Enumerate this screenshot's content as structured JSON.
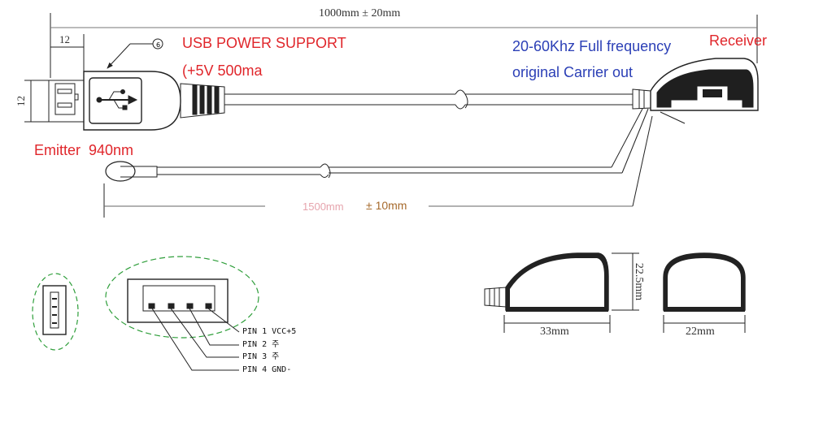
{
  "dimensions": {
    "overall_length": "1000mm",
    "overall_tolerance": "± 20mm",
    "plug_width": "12",
    "plug_height": "12",
    "emitter_cable_length": "1500mm",
    "emitter_cable_tolerance": "± 10mm",
    "receiver_length": "33mm",
    "receiver_width": "22mm",
    "receiver_height": "22.5mm"
  },
  "annotations": {
    "usb_power": "USB POWER SUPPORT",
    "usb_power_spec": "(+5V 500ma",
    "carrier_line1": "20-60Khz Full frequency",
    "carrier_line2": "original Carrier out",
    "receiver": "Receiver",
    "emitter": "Emitter  940nm",
    "callout_number": "6"
  },
  "pins": [
    {
      "label": "PIN 1",
      "signal": "VCC+5"
    },
    {
      "label": "PIN 2",
      "signal": "주"
    },
    {
      "label": "PIN 3",
      "signal": "주"
    },
    {
      "label": "PIN 4",
      "signal": "GND-"
    }
  ],
  "colors": {
    "red_text": "#e0262b",
    "blue_text": "#2b3fb6",
    "highlight_ellipse": "#2e9e3a"
  }
}
